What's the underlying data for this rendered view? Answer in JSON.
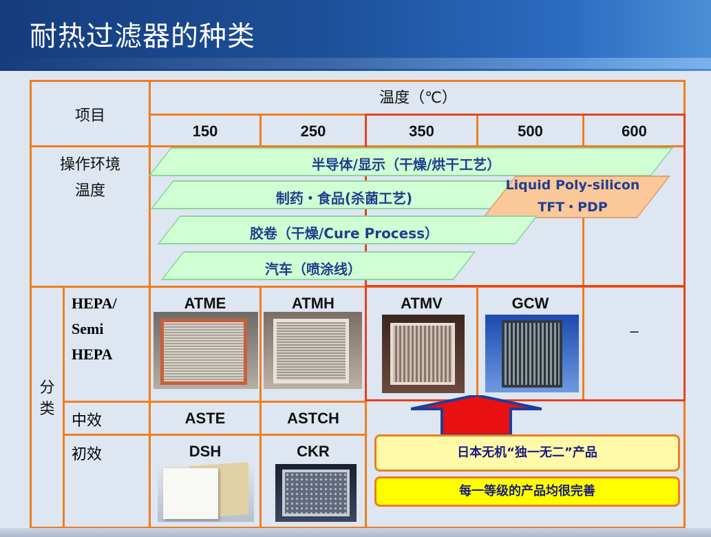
{
  "title": "耐热过滤器的种类",
  "table": {
    "item_header": "项目",
    "temp_header": "温度（℃）",
    "temps": [
      "150",
      "250",
      "350",
      "500",
      "600"
    ],
    "env_label_line1": "操作环境",
    "env_label_line2": "温度",
    "category_label": "分类",
    "category_label_chars": [
      "分",
      "类"
    ],
    "hepa_label_lines": [
      "HEPA/",
      "Semi",
      "HEPA"
    ],
    "mid_label": "中效",
    "pre_label": "初效"
  },
  "bands": {
    "semiconductor": "半导体/显示（干燥/烘干工艺）",
    "pharma": "制药・食品(杀菌工艺)",
    "liquid_line1": "Liquid Poly-silicon",
    "liquid_line2": "TFT・PDP",
    "tape": "胶卷（干燥/Cure Process）",
    "auto": "汽车（喷涂线）"
  },
  "products": {
    "hepa": [
      "ATME",
      "ATMH",
      "ATMV",
      "GCW",
      "–"
    ],
    "mid": [
      "ASTE",
      "ASTCH"
    ],
    "pre": [
      "DSH",
      "CKR"
    ]
  },
  "callouts": {
    "unique": "日本无机“独一无二”产品",
    "complete": "每一等级的产品均很完善"
  },
  "colors": {
    "header_blue": "#1d4f98",
    "table_border": "#f07c1e",
    "highlight_border": "#e8401a",
    "band_green": "#cfffd2",
    "band_orange": "#fbc89a",
    "band_text": "#1f3f8f",
    "arrow_red": "#e81010",
    "arrow_blue": "#1c3f9c",
    "callout_yellow": "#fff9a8",
    "callout_bright_yellow": "#ffff00"
  }
}
